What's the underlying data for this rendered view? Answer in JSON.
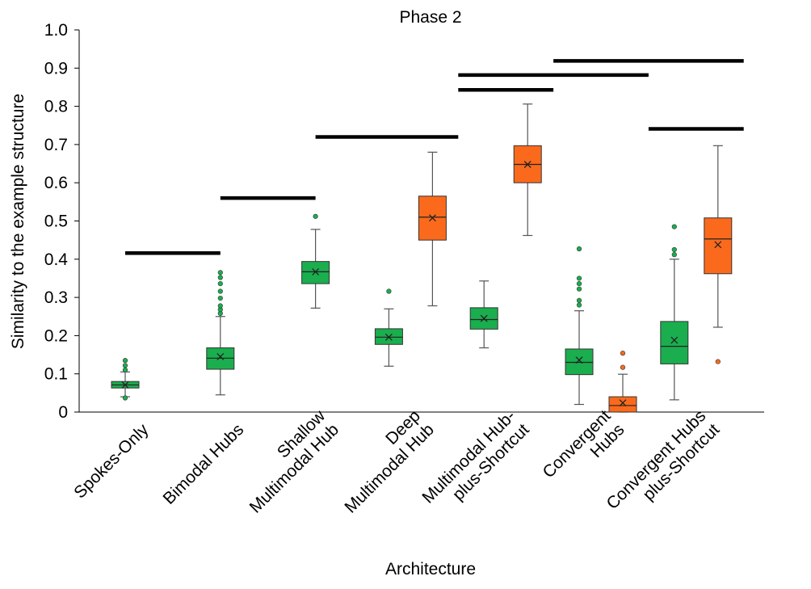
{
  "chart_data": {
    "type": "box",
    "title": "Phase 2",
    "xlabel": "Architecture",
    "ylabel": "Similarity to the example structure",
    "ylim": [
      0,
      1.0
    ],
    "yticks": [
      "0",
      "0.1",
      "0.2",
      "0.3",
      "0.4",
      "0.5",
      "0.6",
      "0.7",
      "0.8",
      "0.9",
      "1.0"
    ],
    "categories": [
      [
        "Spokes-Only"
      ],
      [
        "Bimodal Hubs"
      ],
      [
        "Shallow",
        "Multimodal Hub"
      ],
      [
        "Deep",
        "Multimodal Hub"
      ],
      [
        "Multimodal Hub-",
        "plus-Shortcut"
      ],
      [
        "Convergent",
        "Hubs"
      ],
      [
        "Convergent Hubs",
        "plus-Shortcut"
      ]
    ],
    "colors": {
      "green": "#1aae4e",
      "orange": "#fb6a1c",
      "line": "#000000",
      "whisker": "#555555"
    },
    "boxes": [
      {
        "category": 0,
        "color": "green",
        "q1": 0.063,
        "median": 0.071,
        "q3": 0.08,
        "mean": 0.071,
        "lower_whisker": 0.04,
        "upper_whisker": 0.105,
        "outliers": [
          0.037,
          0.11,
          0.122,
          0.135
        ]
      },
      {
        "category": 1,
        "color": "green",
        "q1": 0.112,
        "median": 0.141,
        "q3": 0.168,
        "mean": 0.145,
        "lower_whisker": 0.045,
        "upper_whisker": 0.25,
        "outliers": [
          0.258,
          0.268,
          0.278,
          0.298,
          0.316,
          0.336,
          0.352,
          0.365
        ]
      },
      {
        "category": 2,
        "color": "green",
        "q1": 0.336,
        "median": 0.367,
        "q3": 0.394,
        "mean": 0.367,
        "lower_whisker": 0.272,
        "upper_whisker": 0.478,
        "outliers": [
          0.512
        ]
      },
      {
        "category": 3,
        "color": "green",
        "q1": 0.177,
        "median": 0.196,
        "q3": 0.218,
        "mean": 0.196,
        "lower_whisker": 0.12,
        "upper_whisker": 0.27,
        "outliers": [
          0.316
        ]
      },
      {
        "category": 3,
        "color": "orange",
        "q1": 0.45,
        "median": 0.51,
        "q3": 0.565,
        "mean": 0.508,
        "lower_whisker": 0.278,
        "upper_whisker": 0.68,
        "outliers": []
      },
      {
        "category": 4,
        "color": "green",
        "q1": 0.217,
        "median": 0.242,
        "q3": 0.273,
        "mean": 0.245,
        "lower_whisker": 0.168,
        "upper_whisker": 0.343,
        "outliers": []
      },
      {
        "category": 4,
        "color": "orange",
        "q1": 0.6,
        "median": 0.648,
        "q3": 0.697,
        "mean": 0.648,
        "lower_whisker": 0.462,
        "upper_whisker": 0.806,
        "outliers": []
      },
      {
        "category": 5,
        "color": "green",
        "q1": 0.098,
        "median": 0.13,
        "q3": 0.165,
        "mean": 0.136,
        "lower_whisker": 0.02,
        "upper_whisker": 0.265,
        "outliers": [
          0.28,
          0.292,
          0.322,
          0.336,
          0.35,
          0.427
        ]
      },
      {
        "category": 5,
        "color": "orange",
        "q1": 0.0,
        "median": 0.017,
        "q3": 0.04,
        "mean": 0.024,
        "lower_whisker": 0.0,
        "upper_whisker": 0.099,
        "outliers": [
          0.117,
          0.154
        ]
      },
      {
        "category": 6,
        "color": "green",
        "q1": 0.126,
        "median": 0.172,
        "q3": 0.237,
        "mean": 0.188,
        "lower_whisker": 0.032,
        "upper_whisker": 0.4,
        "outliers": [
          0.412,
          0.425,
          0.485
        ]
      },
      {
        "category": 6,
        "color": "orange",
        "q1": 0.362,
        "median": 0.453,
        "q3": 0.508,
        "mean": 0.438,
        "lower_whisker": 0.222,
        "upper_whisker": 0.697,
        "outliers": [
          0.132
        ]
      }
    ],
    "significance_bars": [
      {
        "from": 0,
        "to": 1,
        "y": 0.416
      },
      {
        "from": 1,
        "to": 2,
        "y": 0.56
      },
      {
        "from": 2,
        "to": 3.5,
        "y": 0.72
      },
      {
        "from": 3.5,
        "to": 4.5,
        "y": 0.843
      },
      {
        "from": 3.5,
        "to": 5.5,
        "y": 0.882
      },
      {
        "from": 4.5,
        "to": 6.5,
        "y": 0.919
      },
      {
        "from": 5.5,
        "to": 6.5,
        "y": 0.741
      }
    ]
  }
}
